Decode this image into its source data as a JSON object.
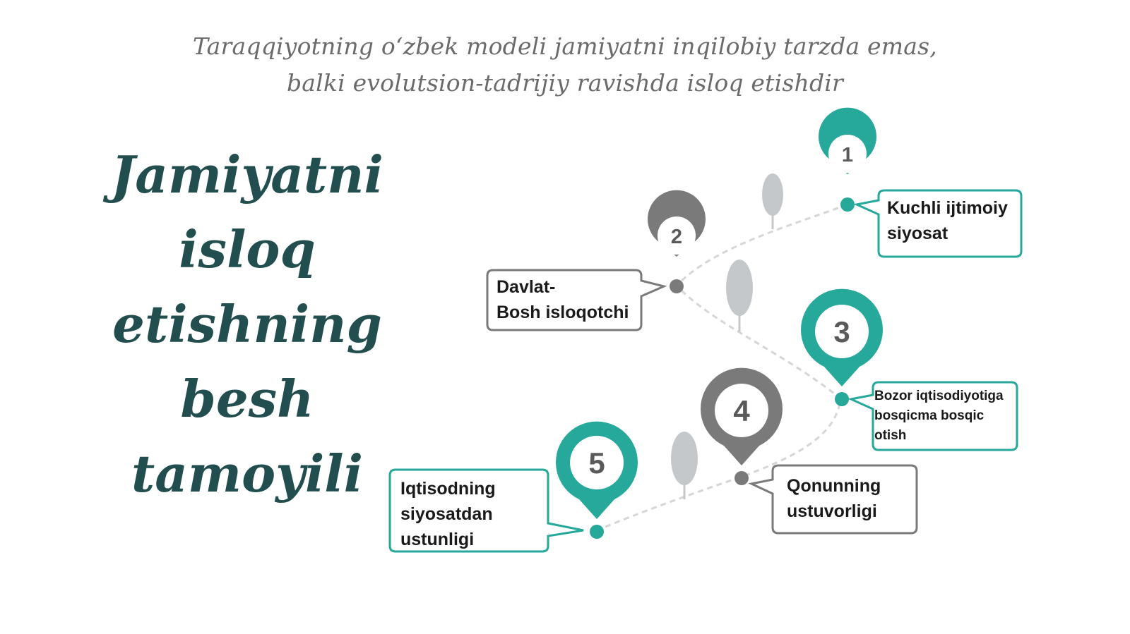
{
  "subtitle": {
    "line1": "Taraqqiyotning o‘zbek modeli jamiyatni inqilobiy tarzda emas,",
    "line2": "balki evolutsion-tadrijiy ravishda isloq etishdir"
  },
  "title": {
    "line1": "Jamiyatni isloq",
    "line2": "etishning besh",
    "line3": "tamoyili"
  },
  "steps": [
    {
      "number": "1",
      "lines": [
        "Kuchli ijtimoiy",
        "siyosat"
      ]
    },
    {
      "number": "2",
      "lines": [
        "Davlat-",
        "Bosh isloqotchi"
      ]
    },
    {
      "number": "3",
      "lines": [
        "Bozor iqtisodiyotiga",
        "bosqicma bosqic",
        "otish"
      ]
    },
    {
      "number": "4",
      "lines": [
        "Qonunning",
        "ustuvorligi"
      ]
    },
    {
      "number": "5",
      "lines": [
        "Iqtisodning",
        "siyosatdan",
        "ustunligi"
      ]
    }
  ],
  "colors": {
    "teal": "#26a99a",
    "gray": "#7a7a7a",
    "tree": "#c5c8ca",
    "title": "#234e4f",
    "subtitle": "#6b6b6b"
  }
}
